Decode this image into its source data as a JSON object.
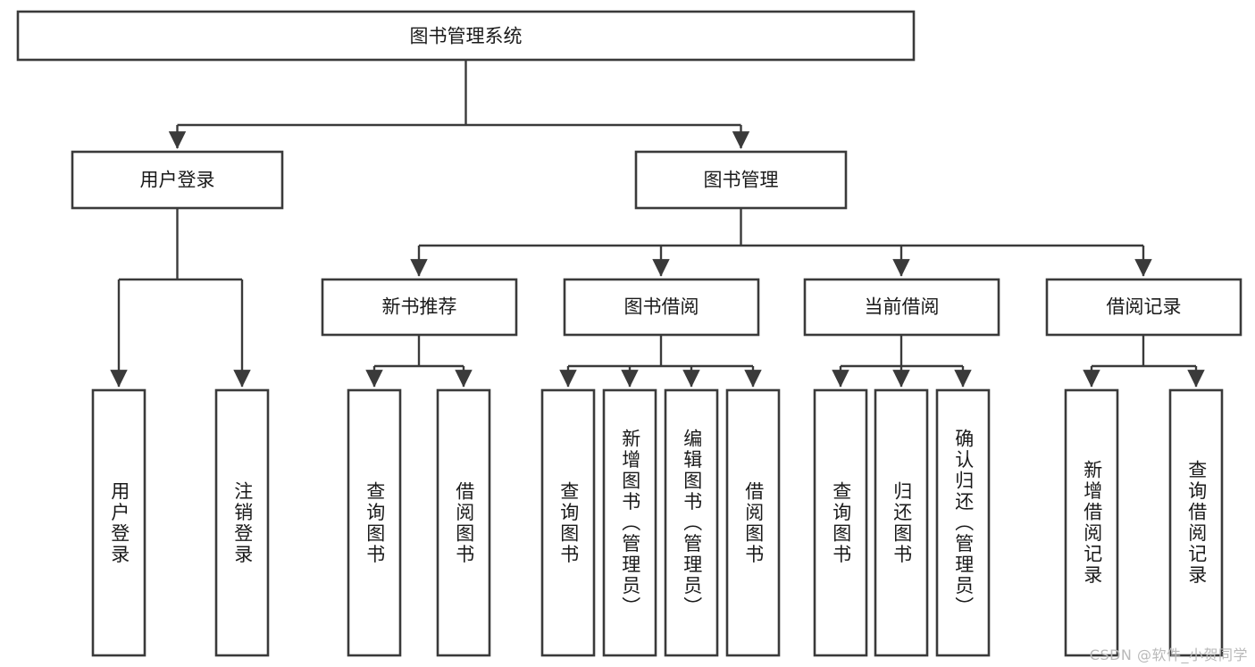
{
  "diagram": {
    "title": "图书管理系统",
    "type": "tree-hierarchy-chart",
    "orientation": "top-down",
    "colors": {
      "box_stroke": "#3a3a3a",
      "box_fill": "#ffffff",
      "connector": "#3a3a3a",
      "text": "#1a1a1a",
      "background": "#ffffff",
      "watermark": "#b9b9b9"
    },
    "root": {
      "label": "图书管理系统"
    },
    "level2": [
      {
        "label": "用户登录"
      },
      {
        "label": "图书管理"
      }
    ],
    "level3": [
      {
        "label": "新书推荐"
      },
      {
        "label": "图书借阅"
      },
      {
        "label": "当前借阅"
      },
      {
        "label": "借阅记录"
      }
    ],
    "leaves": {
      "user_login": [
        {
          "label": "用户登录"
        },
        {
          "label": "注销登录"
        }
      ],
      "new_book_recommend": [
        {
          "label": "查询图书"
        },
        {
          "label": "借阅图书"
        }
      ],
      "book_borrow": [
        {
          "label": "查询图书"
        },
        {
          "label": "新增图书（管理员）"
        },
        {
          "label": "编辑图书（管理员）"
        },
        {
          "label": "借阅图书"
        }
      ],
      "current_borrow": [
        {
          "label": "查询图书"
        },
        {
          "label": "归还图书"
        },
        {
          "label": "确认归还（管理员）"
        }
      ],
      "borrow_record": [
        {
          "label": "新增借阅记录"
        },
        {
          "label": "查询借阅记录"
        }
      ]
    },
    "watermark": "CSDN @软件_小贺同学"
  }
}
